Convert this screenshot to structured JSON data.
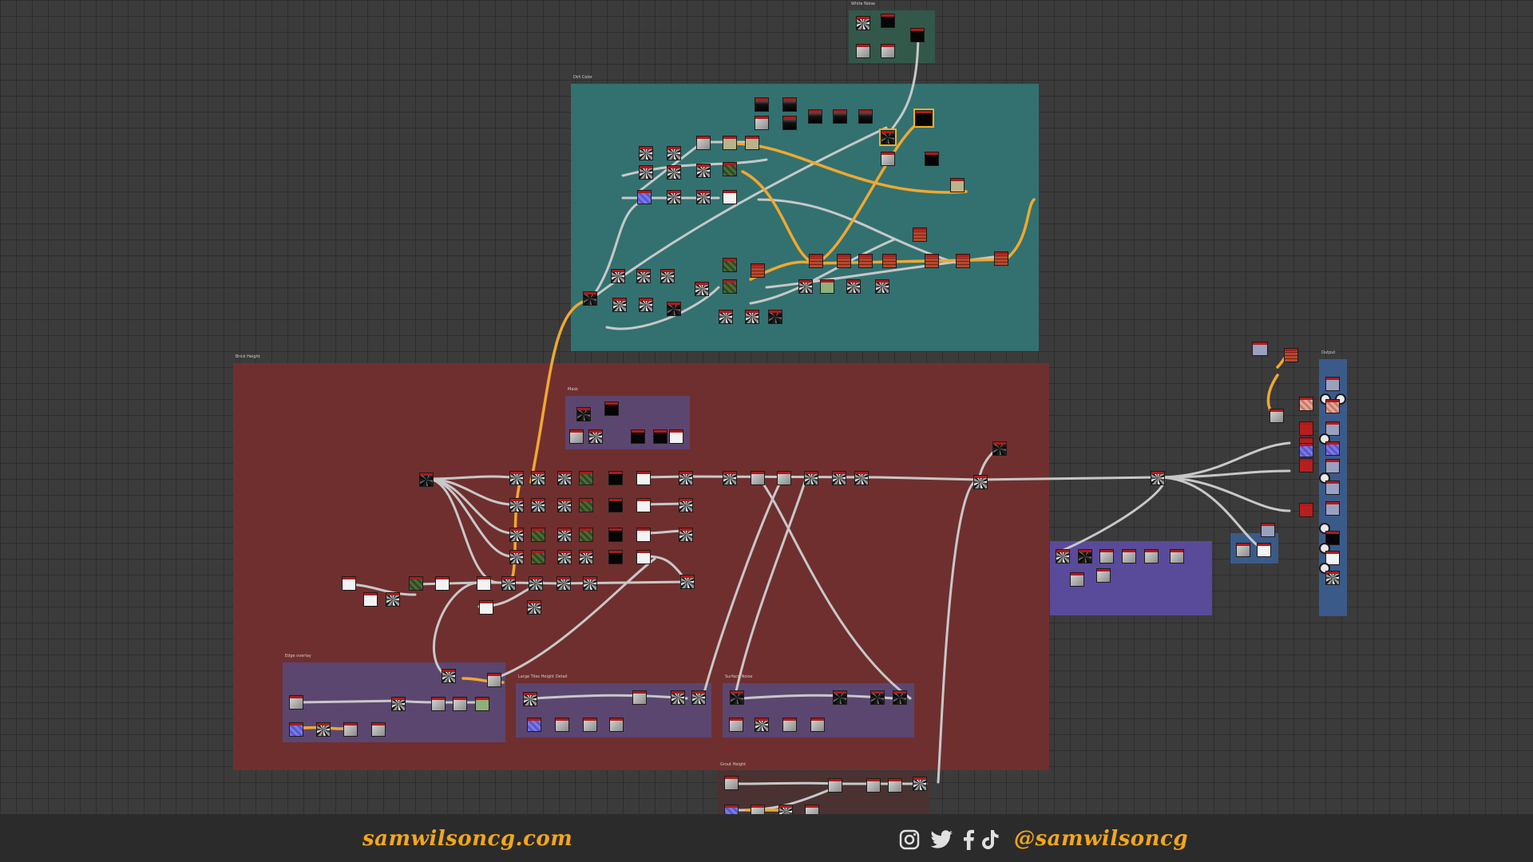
{
  "frames": {
    "white_noise": "White Noise",
    "dirt_color": "Dirt Color",
    "brick_height": "Brick Height",
    "mask": "Mask",
    "edge_overlay": "Edge overlay",
    "large_tiles_height_detail": "Large Tiles Height Detail",
    "surface_noise": "Surface Noise",
    "grout_height": "Grout Height",
    "output": "Output"
  },
  "footer": {
    "url": "samwilsoncg.com",
    "handle": "@samwilsoncg",
    "icons": [
      "instagram-icon",
      "twitter-icon",
      "facebook-icon",
      "tiktok-icon"
    ]
  },
  "colors": {
    "accent": "#f2a61b",
    "frame_teal": "#327170",
    "frame_red": "#6f2f2f",
    "frame_purple": "#5a4a7a",
    "frame_blue": "#3a5a8a",
    "wire": "#c8c8c8",
    "wire_selected": "#f0a830"
  }
}
